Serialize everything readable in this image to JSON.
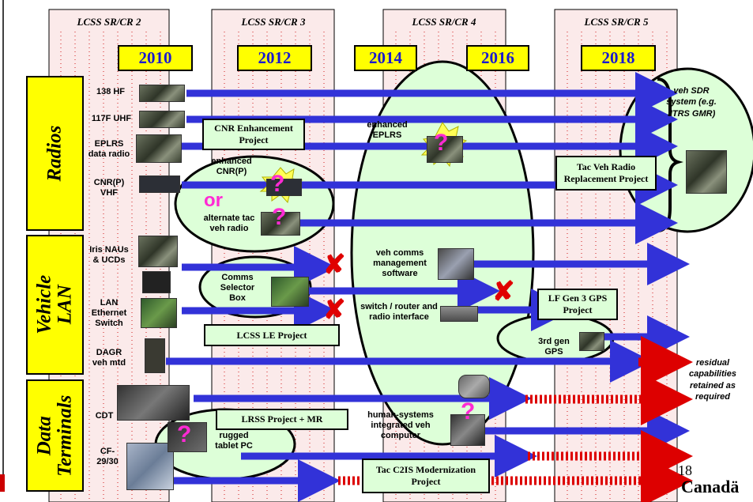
{
  "columns": [
    {
      "label": "LCSS SR/CR 2"
    },
    {
      "label": "LCSS SR/CR 3"
    },
    {
      "label": "LCSS SR/CR 4"
    },
    {
      "label": "LCSS SR/CR 5"
    }
  ],
  "years": [
    "2010",
    "2012",
    "2014",
    "2016",
    "2018"
  ],
  "categories": {
    "radios": "Radios",
    "vehicle_lan": "Vehicle LAN",
    "data_terminals": "Data Terminals"
  },
  "devices": {
    "hf138": "138 HF",
    "uhf117f": "117F UHF",
    "eplrs": "EPLRS data radio",
    "cnrp": "CNR(P) VHF",
    "iris": "Iris NAUs & UCDs",
    "lan_switch": "LAN Ethernet Switch",
    "dagr": "DAGR veh mtd",
    "cdt": "CDT",
    "cf29": "CF-29/30"
  },
  "labels": {
    "enhanced_cnrp": "enhanced CNR(P)",
    "or": "or",
    "alternate_radio": "alternate tac veh radio",
    "enhanced_eplrs": "enhanced EPLRS",
    "comms_selector": "Comms Selector Box",
    "veh_comms_software": "veh comms management software",
    "switch_router": "switch / router and radio interface",
    "gps3": "3rd gen GPS",
    "human_systems": "human-systems integrated veh computer",
    "rugged_tablet": "rugged tablet PC",
    "veh_sdr": "veh SDR system (e.g. JTRS GMR)",
    "residual": "residual capabilities retained as required"
  },
  "projects": {
    "cnr_enhancement": "CNR Enhancement Project",
    "tac_veh_radio": "Tac Veh Radio Replacement Project",
    "lcss_le": "LCSS LE Project",
    "lf_gen3_gps": "LF Gen 3 GPS Project",
    "lrss_mr": "LRSS Project + MR",
    "tac_c2is": "Tac C2IS Modernization Project"
  },
  "symbols": {
    "question": "?",
    "cross": "✘"
  },
  "footer": {
    "page_number": "18",
    "wordmark": "Canadä"
  },
  "icons": [
    "radio-device-icon",
    "question-burst-icon",
    "red-x-icon",
    "arrow-icon",
    "canada-wordmark"
  ],
  "colors": {
    "year_bg": "#ffff00",
    "year_text": "#1a1ad0",
    "arrow": "#3232d8",
    "arrow_dashed": "#dd0000",
    "ellipse_fill": "#ddffd8",
    "question": "#ff2ad4",
    "cross": "#e00000",
    "column_fill": "#fbeaea"
  }
}
